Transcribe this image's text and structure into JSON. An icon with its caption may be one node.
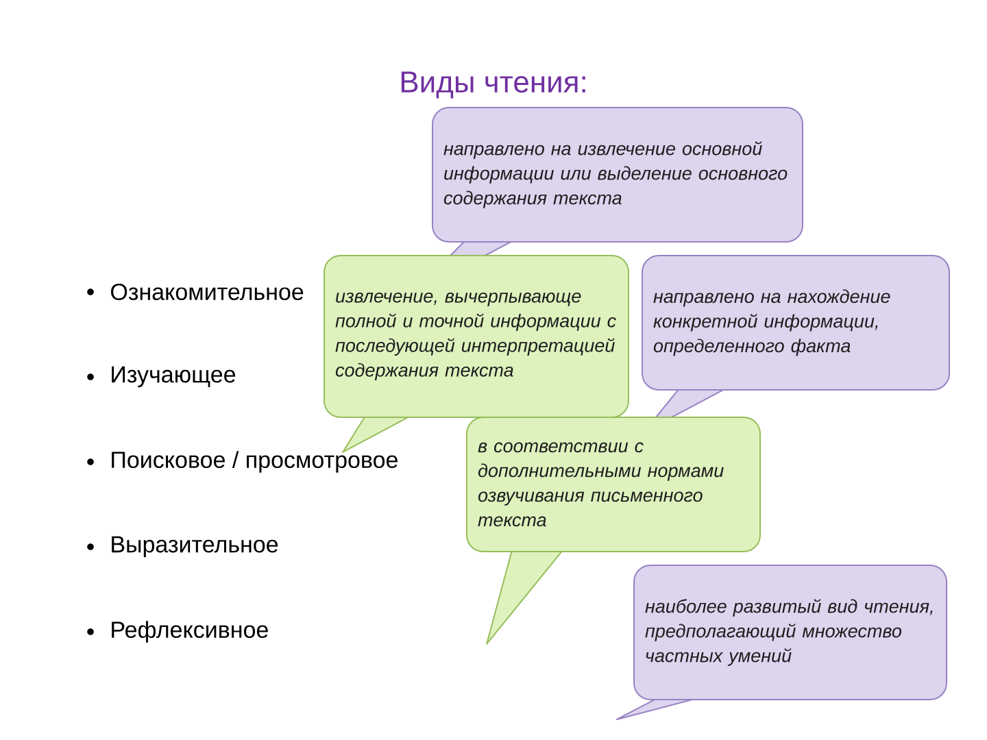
{
  "diagram": {
    "title": "Виды чтения:",
    "nodes": [
      {
        "text": [
          "направлено на извлечение основной информации или выделение основного содержания текста"
        ]
      },
      {
        "text": [
          "извлечение, вычерпывающе полной и точной информации с последующей интерпретацией содержания текста"
        ]
      },
      {
        "text": [
          "направлено на нахождение конкретной информации, определенного факта"
        ]
      },
      {
        "text": [
          "в соответствии с дополнительными нормами озвучивания письменного текста"
        ]
      },
      {
        "text": [
          "наиболее развитый вид чтения, предполагающий множество частных умений"
        ]
      }
    ],
    "labels": [
      "Ознакомительное",
      "Изучающее",
      "Поисковое / просмотровое",
      "Выразительное",
      "Рефлексивное"
    ]
  }
}
